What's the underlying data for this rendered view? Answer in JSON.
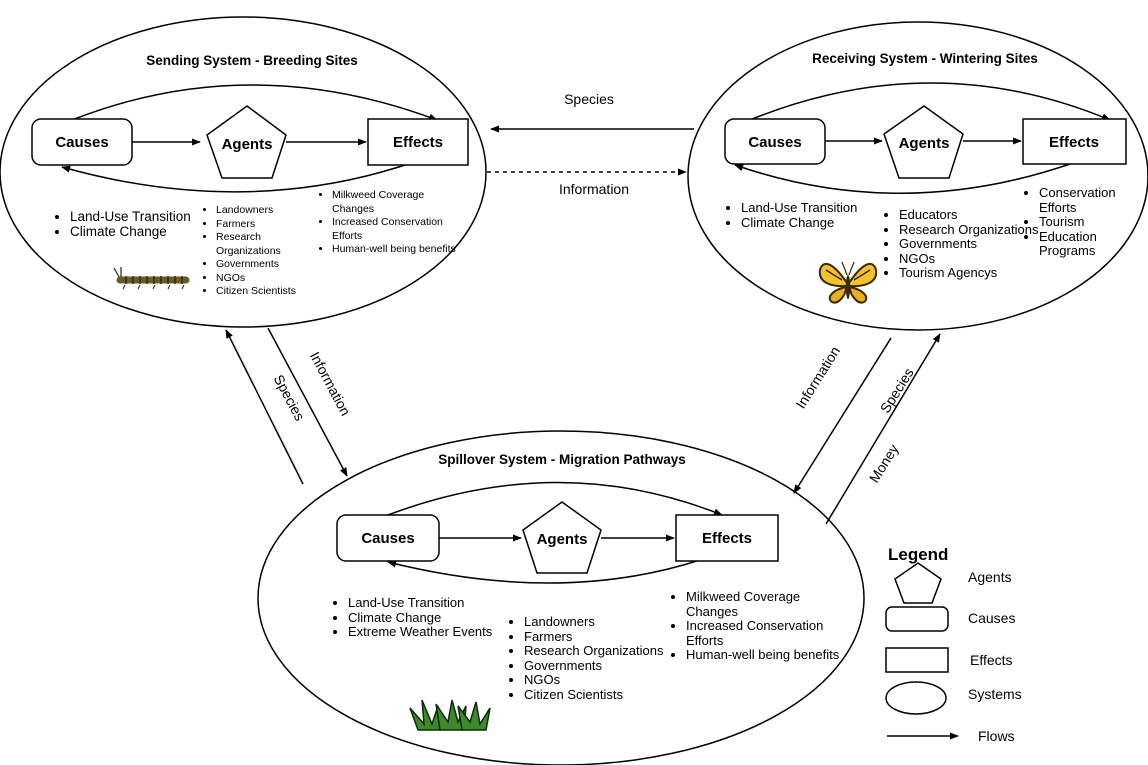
{
  "sending": {
    "title": "Sending System - Breeding Sites",
    "causes_label": "Causes",
    "agents_label": "Agents",
    "effects_label": "Effects",
    "causes_list": [
      "Land-Use Transition",
      "Climate Change"
    ],
    "agents_list": [
      "Landowners",
      "Farmers",
      "Research Organizations",
      "Governments",
      "NGOs",
      "Citizen Scientists"
    ],
    "effects_list": [
      "Milkweed Coverage Changes",
      "Increased Conservation Efforts",
      "Human-well being benefits"
    ],
    "icon": "caterpillar-icon"
  },
  "receiving": {
    "title": "Receiving System - Wintering Sites",
    "causes_label": "Causes",
    "agents_label": "Agents",
    "effects_label": "Effects",
    "causes_list": [
      "Land-Use Transition",
      "Climate Change"
    ],
    "agents_list": [
      "Educators",
      "Research Organizations",
      "Governments",
      "NGOs",
      "Tourism Agencys"
    ],
    "effects_list": [
      "Conservation Efforts",
      "Tourism",
      "Education Programs"
    ],
    "icon": "butterfly-icon"
  },
  "spillover": {
    "title": "Spillover System - Migration Pathways",
    "causes_label": "Causes",
    "agents_label": "Agents",
    "effects_label": "Effects",
    "causes_list": [
      "Land-Use Transition",
      "Climate Change",
      "Extreme Weather Events"
    ],
    "agents_list": [
      "Landowners",
      "Farmers",
      "Research Organizations",
      "Governments",
      "NGOs",
      "Citizen Scientists"
    ],
    "effects_list": [
      "Milkweed Coverage Changes",
      "Increased Conservation Efforts",
      "Human-well being benefits"
    ],
    "icon": "grass-icon"
  },
  "flows": {
    "top_species": "Species",
    "top_information": "Information",
    "left_information": "Information",
    "left_species": "Species",
    "right_information": "Information",
    "right_species": "Species",
    "right_money": "Money"
  },
  "legend": {
    "title": "Legend",
    "agents": "Agents",
    "causes": "Causes",
    "effects": "Effects",
    "systems": "Systems",
    "flows": "Flows"
  },
  "colors": {
    "stroke": "#000000",
    "background": "#ffffff",
    "butterfly_wing": "#f2c230",
    "caterpillar": "#8a7a3a",
    "grass": "#3c8a2a"
  }
}
